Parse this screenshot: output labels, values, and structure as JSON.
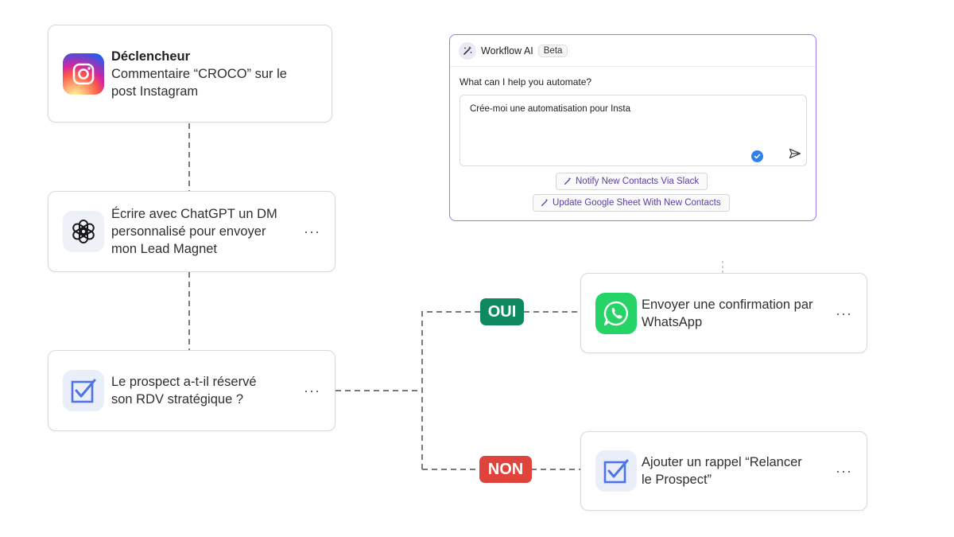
{
  "trigger": {
    "icon": "instagram-icon",
    "title": "Déclencheur",
    "line1": "Commentaire “CROCO” sur le",
    "line2": "post Instagram"
  },
  "gpt_step": {
    "icon": "chatgpt-icon",
    "line1": "Écrire avec ChatGPT un DM",
    "line2": "personnalisé pour envoyer",
    "line3": "mon Lead Magnet",
    "more": "···"
  },
  "condition_step": {
    "icon": "checkbox-icon",
    "line1": "Le prospect a-t-il réservé",
    "line2": "son RDV stratégique ?",
    "more": "···"
  },
  "branches": {
    "yes_label": "OUI",
    "no_label": "NON",
    "yes_color": "#0f8a5f",
    "no_color": "#e0433b"
  },
  "whatsapp_step": {
    "icon": "whatsapp-icon",
    "line1": "Envoyer une confirmation par",
    "line2": "WhatsApp",
    "more": "···"
  },
  "reminder_step": {
    "icon": "checkbox-icon",
    "line1": "Ajouter un rappel “Relancer",
    "line2": "le Prospect”",
    "more": "···"
  },
  "workflow_ai": {
    "title": "Workflow AI",
    "badge": "Beta",
    "question": "What can I help you automate?",
    "input_value": "Crée-moi une automatisation pour Insta",
    "suggestions": [
      "Notify New Contacts Via Slack",
      "Update Google Sheet With New Contacts"
    ],
    "accent_color": "#a07ae0"
  }
}
